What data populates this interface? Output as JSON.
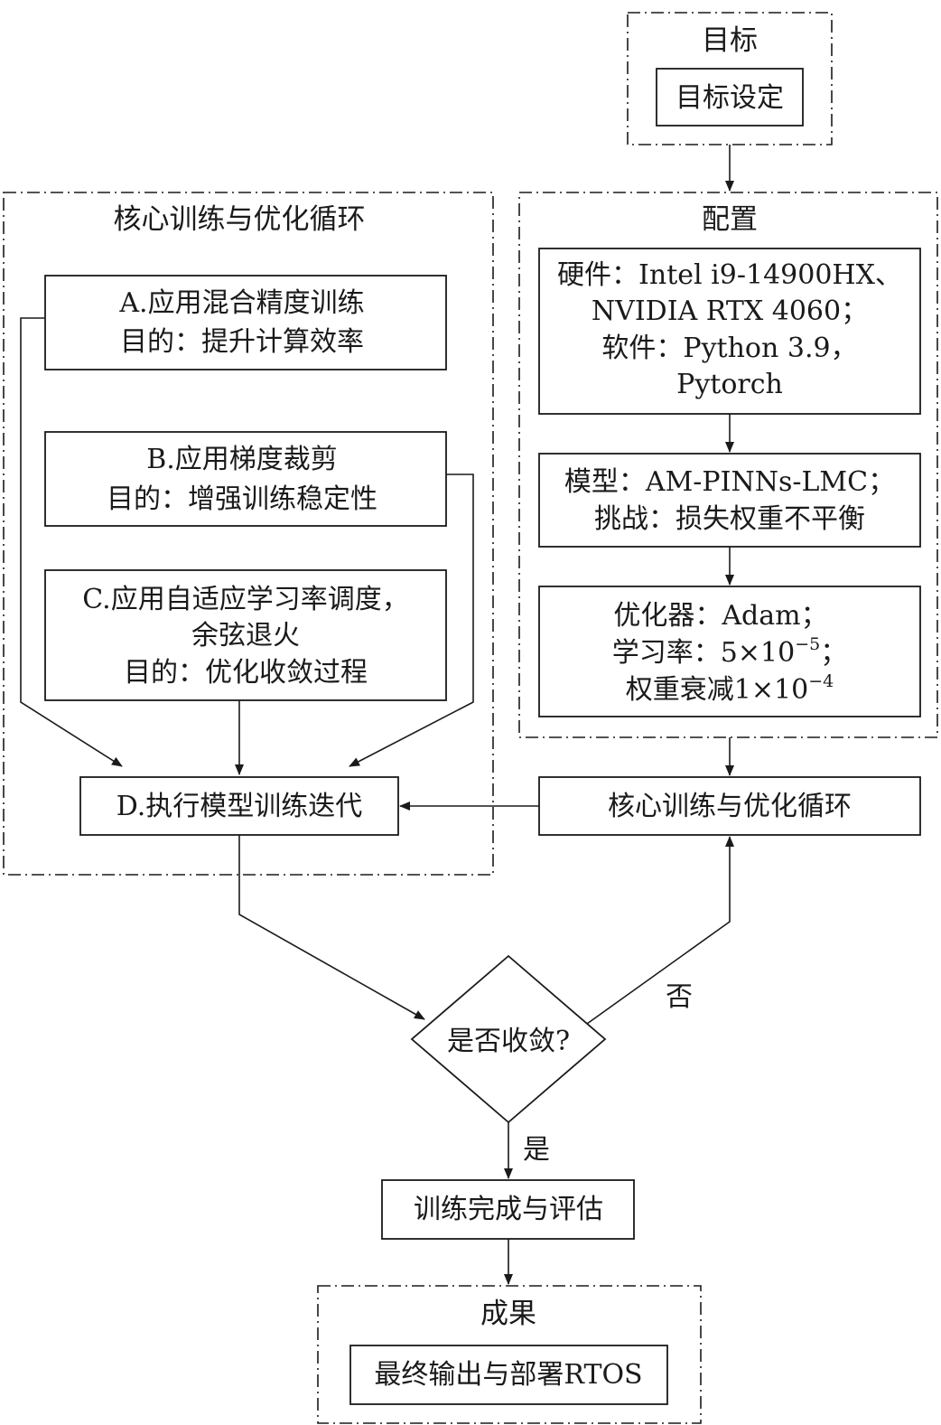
{
  "goal_group": {
    "title": "目标",
    "box": "目标设定"
  },
  "config_group": {
    "title": "配置",
    "hardware": {
      "line1": "硬件：Intel i9-14900HX、",
      "line2": "NVIDIA RTX 4060；",
      "line3": "软件：Python 3.9，",
      "line4": "Pytorch"
    },
    "model": {
      "line1": "模型：AM-PINNs-LMC；",
      "line2": "挑战：损失权重不平衡"
    },
    "optimizer": {
      "line1": "优化器：Adam；",
      "line2_prefix": "学习率：5×10",
      "line2_exp": "−5",
      "line2_suffix": "；",
      "line3_prefix": "权重衰减1×10",
      "line3_exp": "−4"
    }
  },
  "core_group": {
    "title": "核心训练与优化循环",
    "step_a": {
      "line1": "A.应用混合精度训练",
      "line2": "目的：提升计算效率"
    },
    "step_b": {
      "line1": "B.应用梯度裁剪",
      "line2": "目的：增强训练稳定性"
    },
    "step_c": {
      "line1": "C.应用自适应学习率调度，",
      "line2": "余弦退火",
      "line3": "目的：优化收敛过程"
    },
    "step_d": "D.执行模型训练迭代"
  },
  "core_loop_box": "核心训练与优化循环",
  "decision": {
    "question": "是否收敛?",
    "no_label": "否",
    "yes_label": "是"
  },
  "complete_box": "训练完成与评估",
  "result_group": {
    "title": "成果",
    "box": "最终输出与部署RTOS"
  }
}
